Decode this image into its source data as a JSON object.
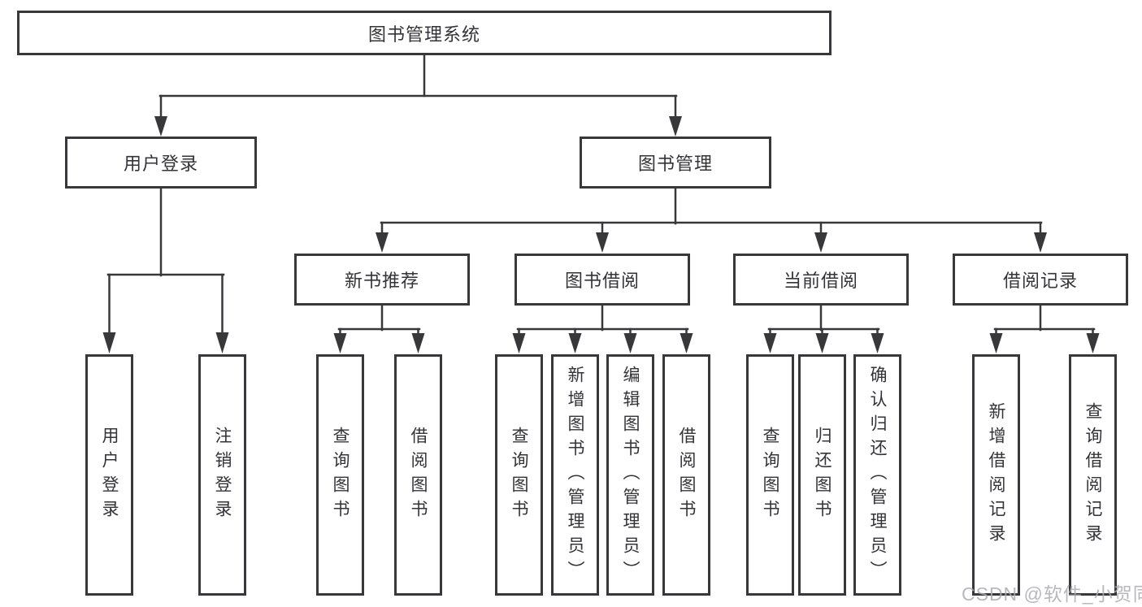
{
  "tree": {
    "label": "图书管理系统",
    "children": [
      {
        "label": "用户登录",
        "children": [
          {
            "label": "用户登录"
          },
          {
            "label": "注销登录"
          }
        ]
      },
      {
        "label": "图书管理",
        "children": [
          {
            "label": "新书推荐",
            "children": [
              {
                "label": "查询图书"
              },
              {
                "label": "借阅图书"
              }
            ]
          },
          {
            "label": "图书借阅",
            "children": [
              {
                "label": "查询图书"
              },
              {
                "label": "新增图书（管理员）"
              },
              {
                "label": "编辑图书（管理员）"
              },
              {
                "label": "借阅图书"
              }
            ]
          },
          {
            "label": "当前借阅",
            "children": [
              {
                "label": "查询图书"
              },
              {
                "label": "归还图书"
              },
              {
                "label": "确认归还（管理员）"
              }
            ]
          },
          {
            "label": "借阅记录",
            "children": [
              {
                "label": "新增借阅记录"
              },
              {
                "label": "查询借阅记录"
              }
            ]
          }
        ]
      }
    ]
  },
  "watermark": "CSDN @软件_小贺同学",
  "colors": {
    "line": "#38383b",
    "text": "#333338",
    "background": "#ffffff",
    "watermark": "#acacb2"
  }
}
